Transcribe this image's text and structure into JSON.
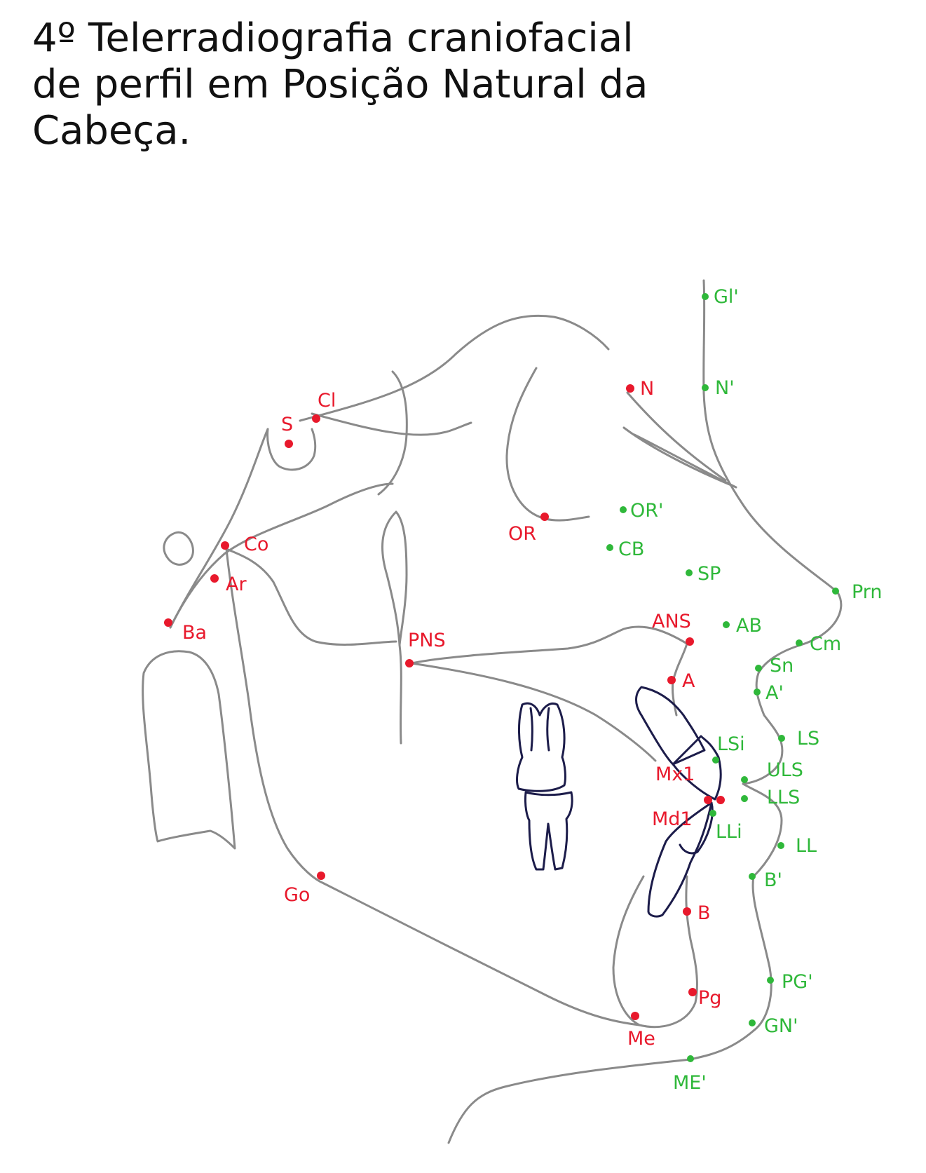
{
  "title": {
    "line1": "4º Telerradiografia craniofacial",
    "line2": "de perfil em Posição Natural da",
    "line3": "Cabeça."
  },
  "colors": {
    "skeletal_landmark": "#e8192c",
    "soft_tissue_landmark": "#2fb83a",
    "outline": "#8a8a8a",
    "teeth": "#1c1c4a"
  },
  "landmarks": {
    "skeletal": {
      "s": "S",
      "cl": "Cl",
      "n": "N",
      "or": "OR",
      "co": "Co",
      "ar": "Ar",
      "ba": "Ba",
      "pns": "PNS",
      "ans": "ANS",
      "a": "A",
      "mx1": "Mx1",
      "md1": "Md1",
      "go": "Go",
      "b": "B",
      "pg": "Pg",
      "me": "Me"
    },
    "soft": {
      "gl": "Gl'",
      "n_soft": "N'",
      "or_soft": "OR'",
      "cb": "CB",
      "sp": "SP",
      "prn": "Prn",
      "ab": "AB",
      "cm": "Cm",
      "sn": "Sn",
      "a_soft": "A'",
      "ls": "LS",
      "lsi": "LSi",
      "uls": "ULS",
      "lls": "LLS",
      "lli": "LLi",
      "ll": "LL",
      "b_soft": "B'",
      "pg_soft": "PG'",
      "gn_soft": "GN'",
      "me_soft": "ME'"
    }
  }
}
